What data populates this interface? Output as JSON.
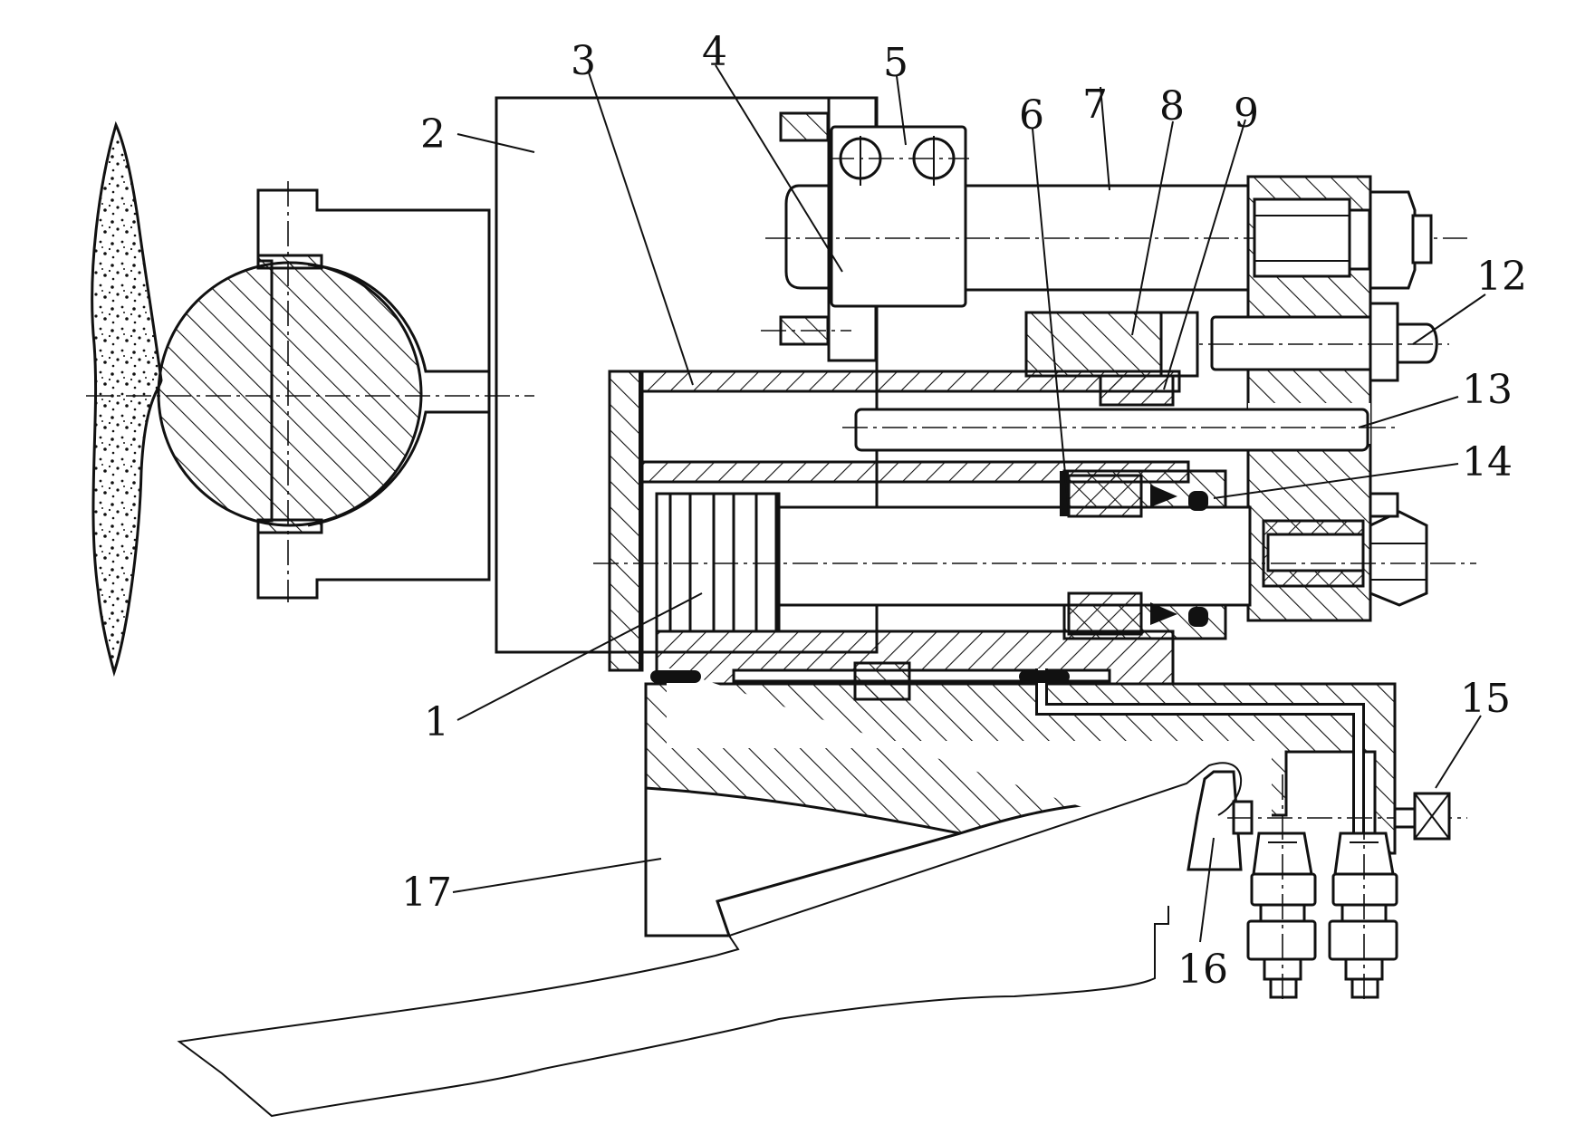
{
  "callouts": {
    "c1": "1",
    "c2": "2",
    "c3": "3",
    "c4": "4",
    "c5": "5",
    "c6": "6",
    "c7": "7",
    "c8": "8",
    "c9": "9",
    "c12": "12",
    "c13": "13",
    "c14": "14",
    "c15": "15",
    "c16": "16",
    "c17": "17"
  },
  "colors": {
    "line": "#111111",
    "background": "#ffffff"
  }
}
